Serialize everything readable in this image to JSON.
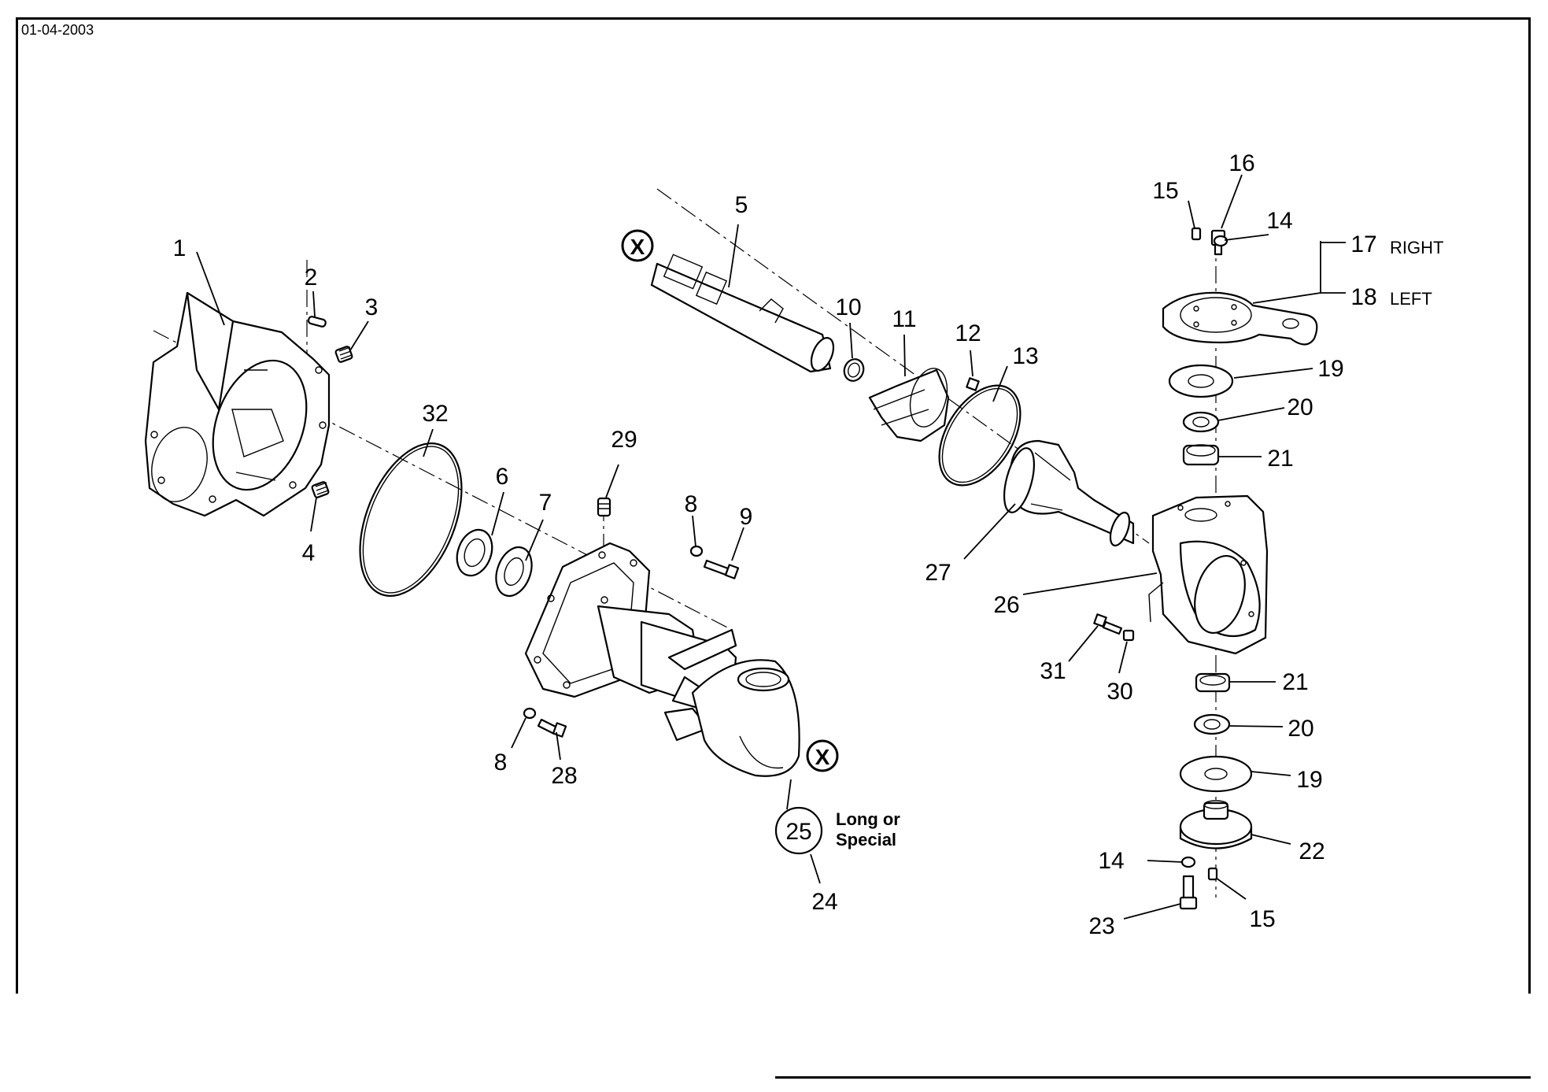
{
  "header": {
    "date": "01-04-2003"
  },
  "markers": {
    "exchange_symbol": "X"
  },
  "callouts": [
    "1",
    "2",
    "3",
    "4",
    "32",
    "6",
    "7",
    "5",
    "10",
    "11",
    "12",
    "13",
    "29",
    "8",
    "9",
    "8",
    "28",
    "25",
    "24",
    "27",
    "26",
    "31",
    "30",
    "16",
    "15",
    "14",
    "17",
    "18",
    "19",
    "20",
    "21",
    "21",
    "20",
    "19",
    "22",
    "14",
    "15",
    "23"
  ],
  "side_labels": {
    "right": "RIGHT",
    "left": "LEFT"
  },
  "note": {
    "line1": "Long or",
    "line2": "Special"
  }
}
